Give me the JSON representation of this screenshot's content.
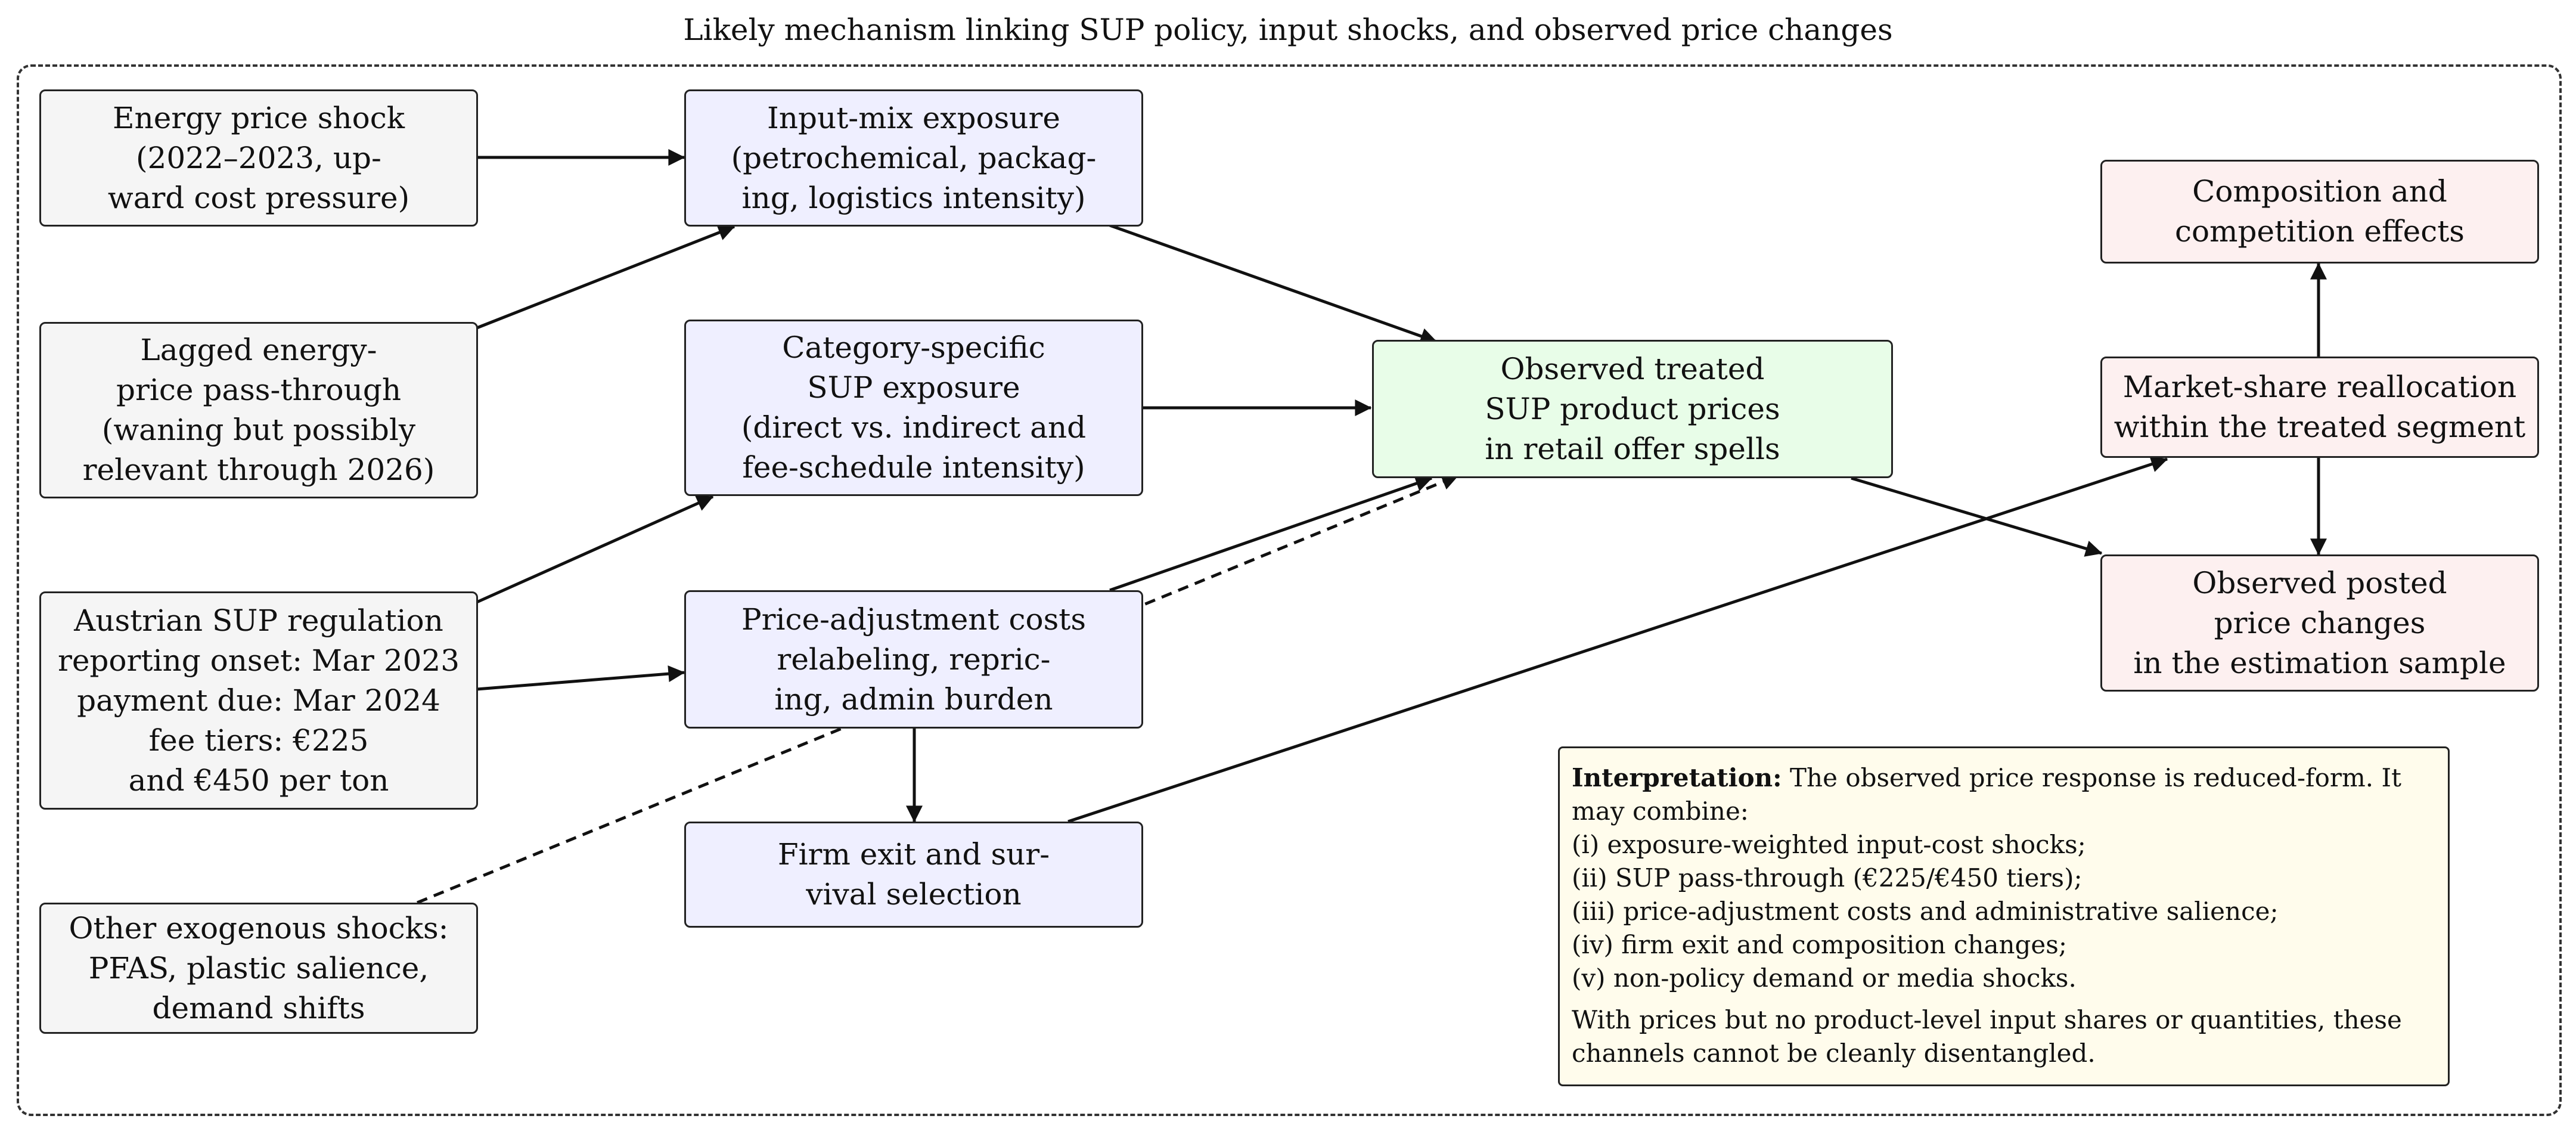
{
  "title": "Likely mechanism linking SUP policy, input shocks, and observed price changes",
  "colors": {
    "shock_fill": "#f5f5f5",
    "channel_fill": "#efefff",
    "treated_fill": "#e8fde8",
    "outcome_fill": "#fdf0f0",
    "note_fill": "#fffcec",
    "stroke": "#222222"
  },
  "nodes": {
    "energy_shock": [
      "Energy price shock",
      "(2022–2023, up-",
      "ward cost pressure)"
    ],
    "lagged_energy": [
      "Lagged energy-",
      "price pass-through",
      "(waning but possibly",
      "relevant through 2026)"
    ],
    "austrian_sup": [
      "Austrian SUP regulation",
      "reporting onset:  Mar 2023",
      "payment due:  Mar 2024",
      "fee tiers:  €225",
      "and €450 per ton"
    ],
    "other_shocks": [
      "Other exogenous shocks:",
      "PFAS, plastic salience,",
      "demand shifts"
    ],
    "input_mix": [
      "Input-mix exposure",
      "(petrochemical, packag-",
      "ing, logistics intensity)"
    ],
    "category_sup": [
      "Category-specific",
      "SUP exposure",
      "(direct vs. indirect and",
      "fee-schedule intensity)"
    ],
    "price_adjust": [
      "Price-adjustment costs",
      "relabeling, repric-",
      "ing, admin burden"
    ],
    "firm_exit": [
      "Firm exit and sur-",
      "vival selection"
    ],
    "treated_prices": [
      "Observed treated",
      "SUP product prices",
      "in retail offer spells"
    ],
    "composition": [
      "Composition and",
      "competition effects"
    ],
    "market_share": [
      "Market-share reallocation",
      "within the treated segment"
    ],
    "posted_changes": [
      "Observed posted",
      "price changes",
      "in the estimation sample"
    ]
  },
  "interpretation": {
    "heading": "Interpretation:",
    "lines": [
      "The observed price response is reduced-form.  It",
      "may combine:",
      "(i) exposure-weighted input-cost shocks;",
      "(ii) SUP pass-through (€225/€450 tiers);",
      "(iii) price-adjustment costs and administrative salience;",
      "(iv) firm exit and composition changes;",
      "(v) non-policy demand or media shocks."
    ],
    "conclusion": [
      "With prices but no product-level input shares or quantities, these",
      "channels cannot be cleanly disentangled."
    ]
  },
  "edges": [
    {
      "from": "energy_shock",
      "to": "input_mix",
      "style": "solid"
    },
    {
      "from": "lagged_energy",
      "to": "input_mix",
      "style": "solid"
    },
    {
      "from": "austrian_sup",
      "to": "category_sup",
      "style": "solid"
    },
    {
      "from": "austrian_sup",
      "to": "price_adjust",
      "style": "solid"
    },
    {
      "from": "input_mix",
      "to": "treated_prices",
      "style": "solid"
    },
    {
      "from": "category_sup",
      "to": "treated_prices",
      "style": "solid"
    },
    {
      "from": "price_adjust",
      "to": "treated_prices",
      "style": "solid"
    },
    {
      "from": "price_adjust",
      "to": "firm_exit",
      "style": "solid"
    },
    {
      "from": "other_shocks",
      "to": "treated_prices",
      "style": "dashed"
    },
    {
      "from": "firm_exit",
      "to": "market_share",
      "style": "solid"
    },
    {
      "from": "treated_prices",
      "to": "posted_changes",
      "style": "solid"
    },
    {
      "from": "composition",
      "to": "posted_changes",
      "style": "solid",
      "bidirectional": true
    }
  ]
}
